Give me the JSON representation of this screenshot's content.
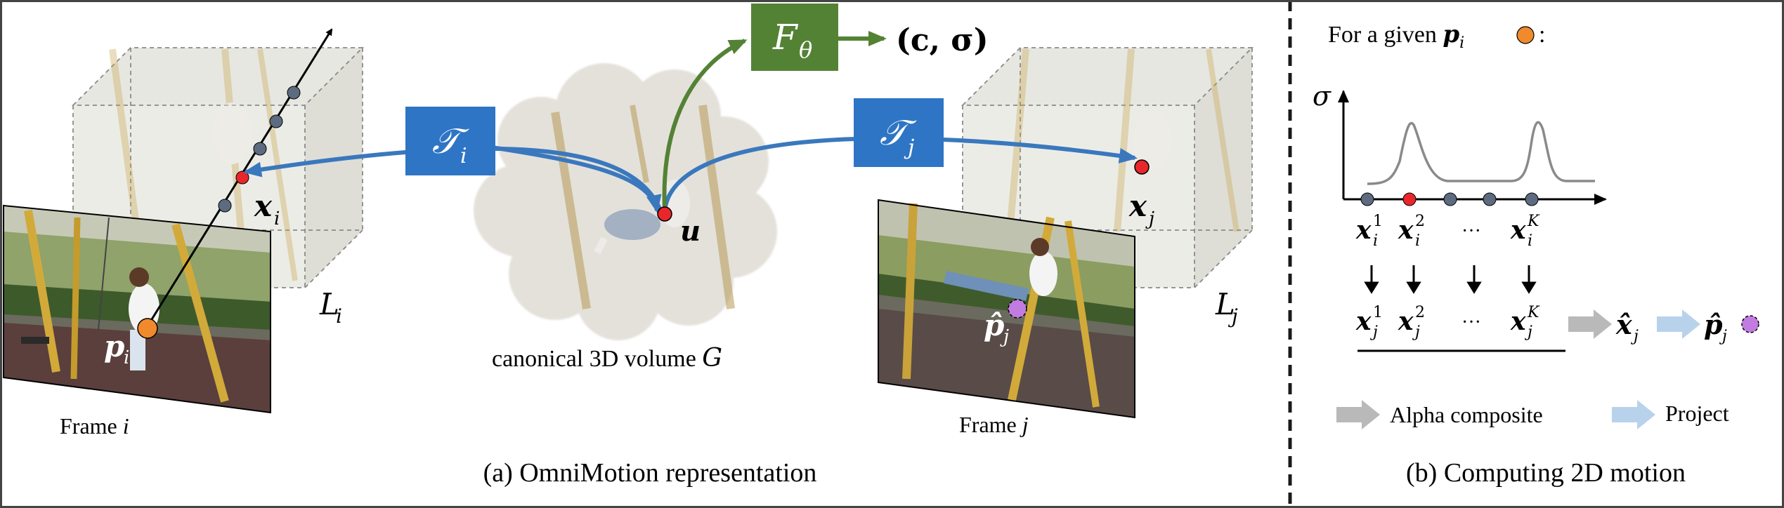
{
  "panel_a": {
    "caption": "(a) OmniMotion representation",
    "canonical_label_text": "canonical 3D volume ",
    "canonical_label_symbol": "G",
    "frame_i_prefix": "Frame ",
    "frame_i_var": "i",
    "frame_j_prefix": "Frame ",
    "frame_j_var": "j",
    "network": "F",
    "network_sub": "θ",
    "network_output": "(c, σ)",
    "map_i": "𝒯",
    "map_i_sub": "i",
    "map_j": "𝒯",
    "map_j_sub": "j",
    "point_u": "u",
    "point_xi": "x",
    "point_xi_sub": "i",
    "point_xj": "x",
    "point_xj_sub": "j",
    "pixel_pi": "p",
    "pixel_pi_sub": "i",
    "pixel_pj": "p̂",
    "pixel_pj_sub": "j",
    "volume_li": "L",
    "volume_li_sub": "i",
    "volume_lj": "L",
    "volume_lj_sub": "j"
  },
  "panel_b": {
    "caption": "(b) Computing 2D motion",
    "heading": "For a given ",
    "heading_var": "p",
    "heading_sub": "i",
    "heading_end": " :",
    "axis_sigma": "σ",
    "samples_top": [
      {
        "base": "x",
        "sub": "i",
        "sup": "1"
      },
      {
        "base": "x",
        "sub": "i",
        "sup": "2"
      },
      {
        "base": "···",
        "sub": "",
        "sup": ""
      },
      {
        "base": "x",
        "sub": "i",
        "sup": "K"
      }
    ],
    "samples_bottom": [
      {
        "base": "x",
        "sub": "j",
        "sup": "1"
      },
      {
        "base": "x",
        "sub": "j",
        "sup": "2"
      },
      {
        "base": "···",
        "sub": "",
        "sup": ""
      },
      {
        "base": "x",
        "sub": "j",
        "sup": "K"
      }
    ],
    "composite_result": "x̂",
    "composite_result_sub": "j",
    "projected_result": "p̂",
    "projected_result_sub": "j",
    "legend_alpha": "Alpha composite",
    "legend_project": "Project"
  },
  "colors": {
    "blue_box": "#2e75c5",
    "blue_arrow": "#3a78bd",
    "green_box": "#548235",
    "red_point": "#e8262b",
    "orange_point": "#f08a2c",
    "purple_point": "#c27be0",
    "gray_point": "#5d6b80",
    "gray_arrow": "#b9b9b9",
    "light_blue_arrow": "#b8d2ec",
    "divider": "#1a1a1a"
  }
}
